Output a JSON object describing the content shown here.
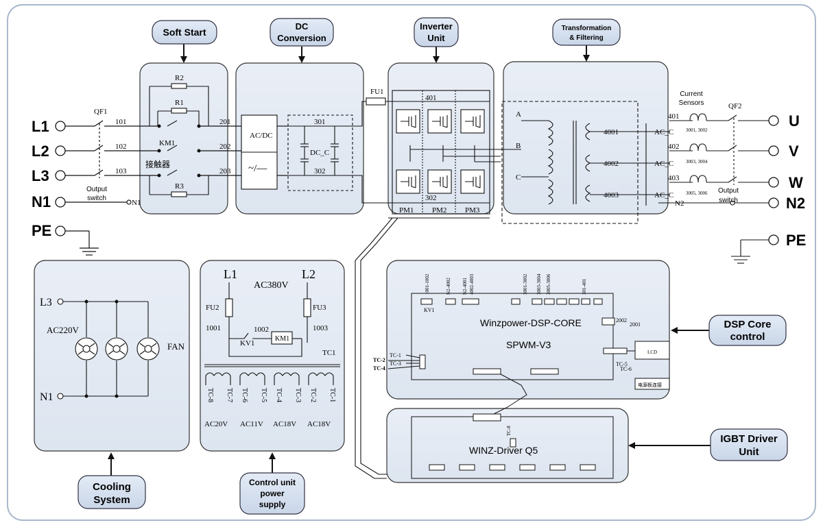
{
  "blocks": {
    "soft_start": "Soft Start",
    "dc_conversion": [
      "DC",
      "Conversion"
    ],
    "inverter_unit": [
      "Inverter",
      "Unit"
    ],
    "transformation": [
      "Transformation",
      "& Filtering"
    ],
    "dsp_core": [
      "DSP Core",
      "control"
    ],
    "igbt_driver": [
      "IGBT Driver",
      "Unit"
    ],
    "cooling": [
      "Cooling",
      "System"
    ],
    "control_power": [
      "Control unit",
      "power",
      "supply"
    ]
  },
  "terminals_in": [
    "L1",
    "L2",
    "L3",
    "N1",
    "PE"
  ],
  "terminals_out": [
    "U",
    "V",
    "W",
    "N2",
    "PE"
  ],
  "labels": {
    "qf1": "QF1",
    "qf2": "QF2",
    "w101": "101",
    "w102": "102",
    "w103": "103",
    "w201": "201",
    "w202": "202",
    "w203": "203",
    "w301": "301",
    "w302": "302",
    "w302b": "302",
    "w401": "401",
    "w401b": "401",
    "w402": "402",
    "w403": "403",
    "r1": "R1",
    "r2": "R2",
    "r3": "R3",
    "km1": "KM1",
    "contactor": "接触器",
    "acdc": "AC/DC",
    "dcsym": "~/—",
    "dcc": "DC_C",
    "fu1": "FU1",
    "pm1": "PM1",
    "pm2": "PM2",
    "pm3": "PM3",
    "pa": "A",
    "pb": "B",
    "pc": "C",
    "t4001": "4001",
    "t4002": "4002",
    "t4003": "4003",
    "acc": "AC_C",
    "current_sensors": [
      "Current",
      "Sensors"
    ],
    "cs1": "3001, 3002",
    "cs2": "3003, 3004",
    "cs3": "3005, 3006",
    "output_switch_left": [
      "Output",
      "switch"
    ],
    "output_switch_right": [
      "Output",
      "switch"
    ],
    "n1_small": "N1",
    "n2_small": "N2"
  },
  "cooling_panel": {
    "l3": "L3",
    "n1": "N1",
    "voltage": "AC220V",
    "fan": "FAN"
  },
  "power_panel": {
    "l1": "L1",
    "l2": "L2",
    "voltage": "AC380V",
    "fu2": "FU2",
    "fu3": "FU3",
    "n1001": "1001",
    "n1002": "1002",
    "n1003": "1003",
    "kv1": "KV1",
    "km1": "KM1",
    "tc1": "TC1",
    "taps": [
      "TC-8",
      "TC-7",
      "TC-6",
      "TC-5",
      "TC-4",
      "TC-3",
      "TC-2",
      "TC-1"
    ],
    "outputs": [
      "AC20V",
      "AC11V",
      "AC18V",
      "AC18V"
    ]
  },
  "dsp_board": {
    "title": "Winzpower-DSP-CORE",
    "subtitle": "SPWM-V3",
    "kv1": "KV1",
    "conn_labels": [
      "1001-1002",
      "N2-4002",
      "N2-4001",
      "4002-4003",
      "3001-3002",
      "3003-3004",
      "3005-3006",
      "301-401"
    ],
    "right_labels": [
      "2002",
      "2001"
    ],
    "tc_left": [
      "TC-1",
      "TC-2",
      "TC-3",
      "TC-4"
    ],
    "tc5": "TC-5",
    "tc6": "TC-6",
    "lcd": "LCD",
    "chinese_label": "电源板连接"
  },
  "driver_board": {
    "title": "WINZ-Driver Q5",
    "tc": "TC-8"
  }
}
